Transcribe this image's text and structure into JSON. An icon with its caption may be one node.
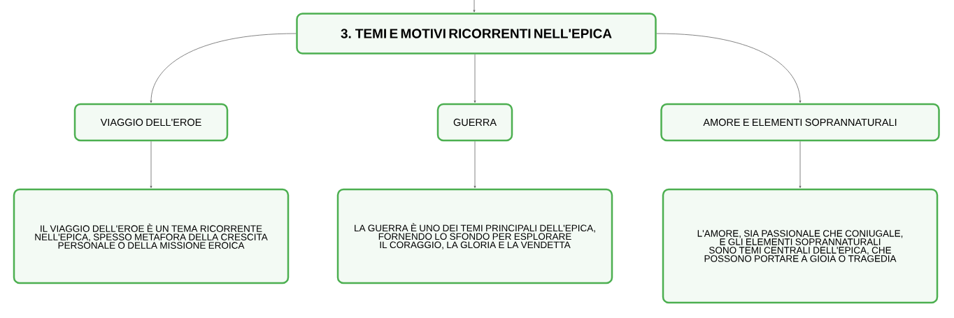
{
  "diagram": {
    "nodes": [
      {
        "text": [
          "3. TEMI E MOTIVI RICORRENTI NELL'EPICA"
        ]
      },
      {
        "text": [
          "VIAGGIO DELL'EROE"
        ]
      },
      {
        "text": [
          "GUERRA"
        ]
      },
      {
        "text": [
          "AMORE E ELEMENTI SOPRANNATURALI"
        ]
      },
      {
        "text": [
          "IL VIAGGIO DELL'EROE È UN TEMA RICORRENTE NELL'EPICA, SPESSO METAFORA DELLA CRESCITA PERSONALE O DELLA MISSIONE EROICA"
        ]
      },
      {
        "text": [
          "LA GUERRA È UNO DEI TEMI PRINCIPALI DELL'EPICA, FORNENDO LO SFONDO PER ESPLORARE IL CORAGGIO, LA GLORIA E LA VENDETTA"
        ]
      },
      {
        "text": [
          "L'AMORE, SIA PASSIONALE CHE CONIUGALE, E GLI ELEMENTI SOPRANNATURALI SONO TEMI CENTRALI DELL'EPICA, CHE POSSONO PORTARE A GIOIA O TRAGEDIA"
        ]
      }
    ],
    "edges": [
      {
        "from": null,
        "to": 0,
        "arrow": "to"
      },
      {
        "from": 0,
        "to": 1,
        "arrow": "to"
      },
      {
        "from": 0,
        "to": 2,
        "arrow": "to"
      },
      {
        "from": 0,
        "to": 3,
        "arrow": "to"
      },
      {
        "from": 1,
        "to": 4,
        "arrow": "to"
      },
      {
        "from": 2,
        "to": 5,
        "arrow": "to"
      },
      {
        "from": 3,
        "to": 6,
        "arrow": "to"
      }
    ]
  }
}
